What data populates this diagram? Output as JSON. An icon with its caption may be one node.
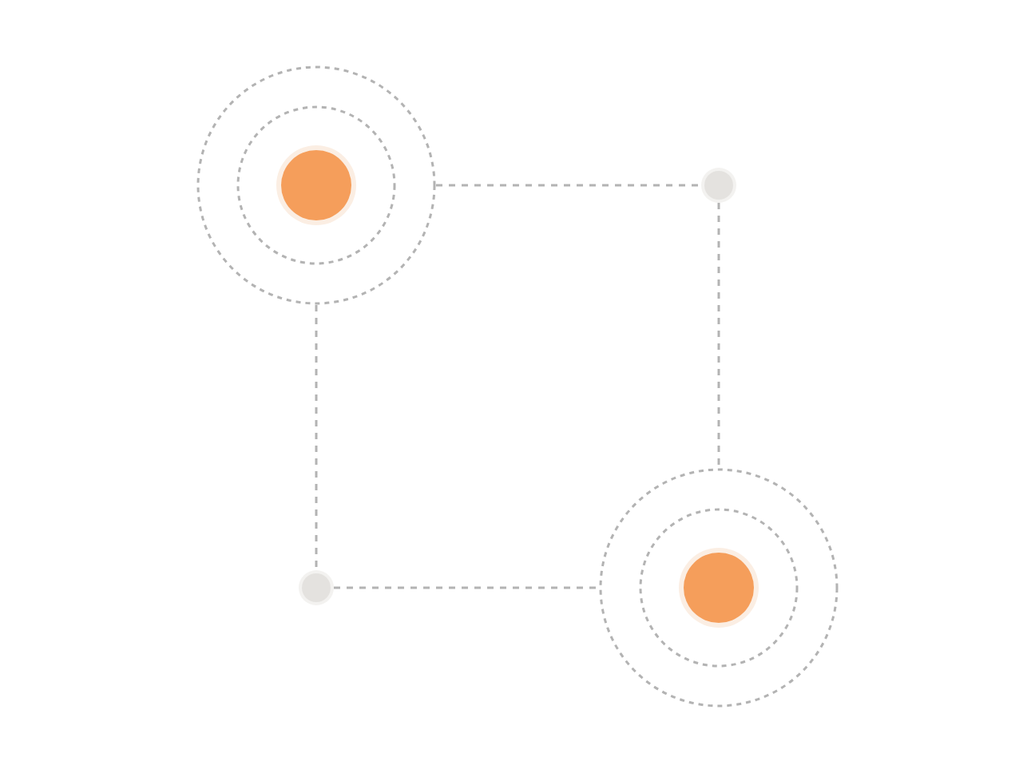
{
  "diagram": {
    "nodes": [
      {
        "text": [],
        "shape": "circle"
      },
      {
        "text": [],
        "shape": "circle"
      },
      {
        "text": [],
        "shape": "circle"
      },
      {
        "text": [],
        "shape": "circle"
      }
    ],
    "edges": [
      {
        "from": 0,
        "to": 1,
        "arrow": "none",
        "style": "dashed"
      },
      {
        "from": 1,
        "to": 3,
        "arrow": "none",
        "style": "dashed"
      },
      {
        "from": 0,
        "to": 2,
        "arrow": "none",
        "style": "dashed"
      },
      {
        "from": 2,
        "to": 3,
        "arrow": "none",
        "style": "dashed"
      }
    ]
  }
}
